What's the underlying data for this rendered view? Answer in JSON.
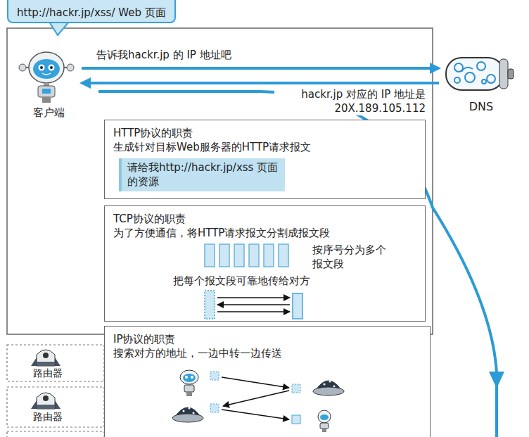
{
  "diagram": {
    "nodes": [
      {
        "text": [
          "http://hackr.jp/xss/ Web 页面"
        ]
      },
      {
        "text": [
          "客户端"
        ]
      },
      {
        "text": [
          "DNS"
        ]
      },
      {
        "text": [
          "HTTP协议的职责",
          "生成针对目标Web服务器的HTTP请求报文"
        ]
      },
      {
        "text": [
          "请给我http://hackr.jp/xss 页面的资源"
        ],
        "in": 3
      },
      {
        "text": [
          "TCP协议的职责",
          "为了方便通信，将HTTP请求报文分割成报文段",
          "按序号分为多个报文段",
          "把每个报文段可靠地传给对方"
        ]
      },
      {
        "text": [
          "IP协议的职责",
          "搜索对方的地址，一边中转一边传送"
        ]
      },
      {
        "text": [
          "路由器"
        ]
      },
      {
        "text": [
          "路由器"
        ]
      }
    ],
    "edges": [
      {
        "from": 1,
        "to": 2,
        "arrow": "to",
        "label": "告诉我hackr.jp 的 IP 地址吧"
      },
      {
        "from": 2,
        "to": 1,
        "arrow": "to",
        "label": "hackr.jp 对应的 IP 地址是 20X.189.105.112"
      }
    ]
  }
}
